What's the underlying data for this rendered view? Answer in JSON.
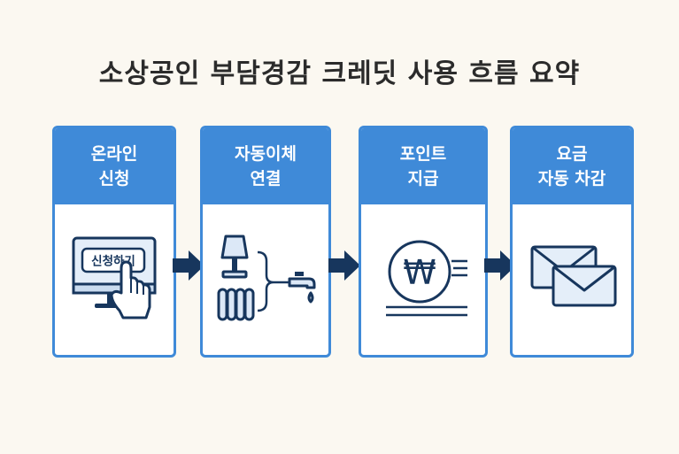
{
  "title": "소상공인 부담경감 크레딧 사용 흐름 요약",
  "colors": {
    "accent": "#3f8ad8",
    "navy": "#17365d",
    "background": "#fbf8f1"
  },
  "steps": [
    {
      "line1": "온라인",
      "line2": "신청",
      "icon": "monitor-click-icon",
      "button_label": "신청하기"
    },
    {
      "line1": "자동이체",
      "line2": "연결",
      "icon": "utilities-icon"
    },
    {
      "line1": "포인트",
      "line2": "지급",
      "icon": "won-coin-icon",
      "coin_symbol": "₩"
    },
    {
      "line1": "요금",
      "line2": "자동 차감",
      "icon": "envelopes-icon"
    }
  ]
}
